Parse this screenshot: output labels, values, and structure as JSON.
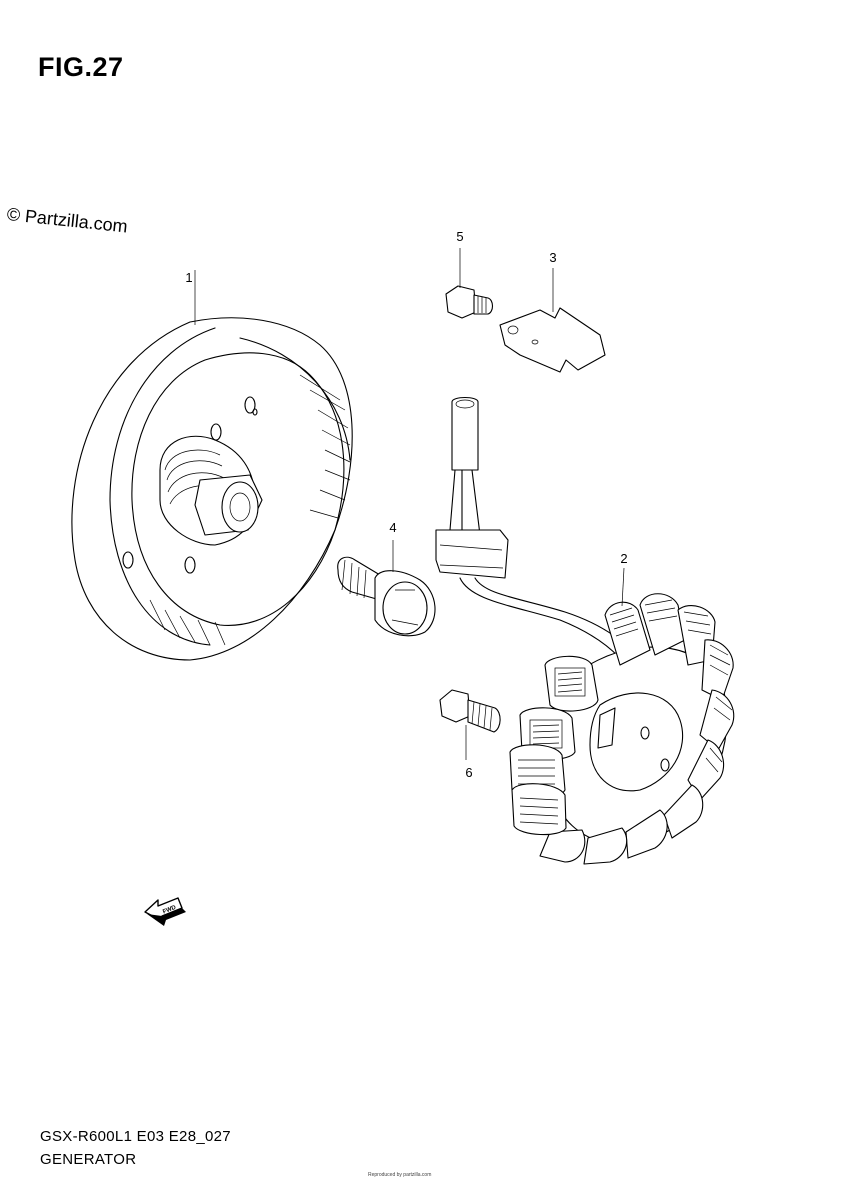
{
  "figure": {
    "title": "FIG.27"
  },
  "watermark": {
    "text": "© Partzilla.com"
  },
  "callouts": [
    {
      "number": "1",
      "part": "rotor"
    },
    {
      "number": "2",
      "part": "stator"
    },
    {
      "number": "3",
      "part": "clamp"
    },
    {
      "number": "4",
      "part": "rotor-bolt"
    },
    {
      "number": "5",
      "part": "clamp-bolt"
    },
    {
      "number": "6",
      "part": "stator-bolt"
    }
  ],
  "direction_arrow": {
    "label": "FWD"
  },
  "footer": {
    "model_code": "GSX-R600L1 E03 E28_027",
    "section_name": "GENERATOR",
    "fine_print": "Reproduced by partzilla.com"
  }
}
